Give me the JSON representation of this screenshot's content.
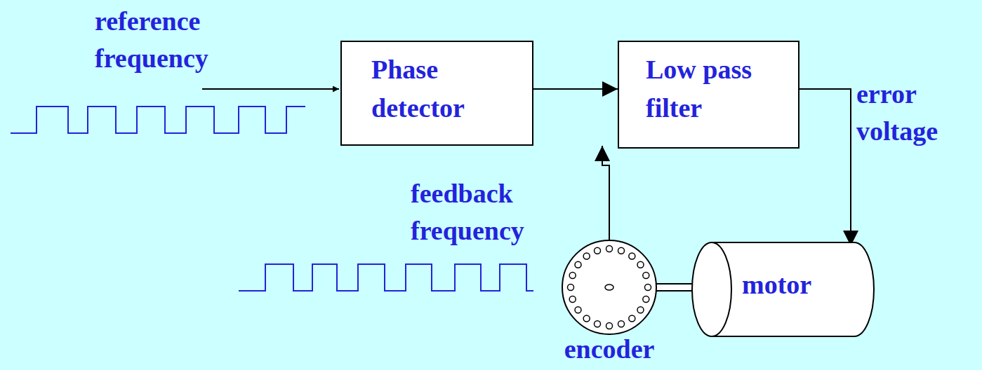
{
  "diagram": {
    "nodes": [
      {
        "text": [
          "Phase detector"
        ]
      },
      {
        "text": [
          "Low pass filter"
        ]
      },
      {
        "text": [
          "motor"
        ]
      },
      {
        "text": [
          "encoder"
        ]
      }
    ],
    "edges": [
      {
        "from": 0,
        "to": 1,
        "arrow": "to"
      },
      {
        "from": 1,
        "to": 2,
        "label": "error voltage",
        "arrow": "to"
      },
      {
        "from": 3,
        "to": 0,
        "label": "feedback frequency",
        "arrow": "to"
      },
      {
        "from": 2,
        "to": 3,
        "arrow": "none"
      }
    ],
    "labels": [
      "reference frequency"
    ]
  }
}
